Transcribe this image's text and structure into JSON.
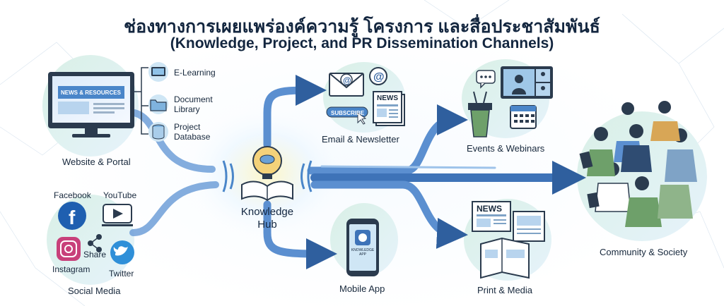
{
  "title": {
    "thai": "ช่องทางการเผยแพร่องค์ความรู้ โครงการ และสื่อประชาสัมพันธ์",
    "english": "(Knowledge, Project, and PR Dissemination Channels)"
  },
  "hub": {
    "line1": "Knowledge",
    "line2": "Hub"
  },
  "website": {
    "label": "Website & Portal",
    "banner": "NEWS & RESOURCES",
    "subitems": [
      {
        "label": "E-Learning"
      },
      {
        "label_line1": "Document",
        "label_line2": "Library"
      },
      {
        "label_line1": "Project",
        "label_line2": "Database"
      }
    ]
  },
  "social": {
    "label": "Social Media",
    "facebook": "Facebook",
    "youtube": "YouTube",
    "share": "Share",
    "instagram": "Instagram",
    "twitter": "Twitter"
  },
  "email": {
    "label": "Email & Newsletter",
    "subscribe": "SUBSCRIBE",
    "news": "NEWS"
  },
  "events": {
    "label": "Events & Webinars"
  },
  "mobile": {
    "label": "Mobile App",
    "app_line1": "KNOWLEDGE",
    "app_line2": "APP"
  },
  "print": {
    "label": "Print & Media",
    "news": "NEWS"
  },
  "community": {
    "label": "Community & Society"
  },
  "colors": {
    "flow": "#5b8fd0",
    "flow_dark": "#2f5f9e",
    "title": "#13263f",
    "blob": "#cfe9df"
  }
}
